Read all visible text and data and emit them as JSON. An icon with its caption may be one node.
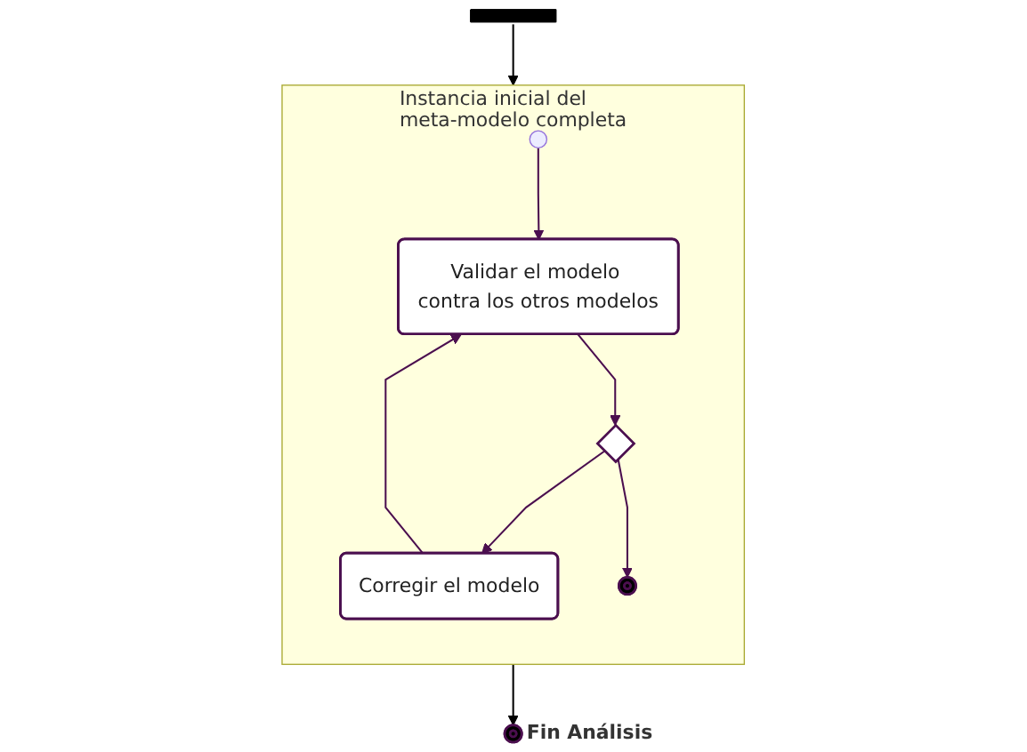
{
  "diagram": {
    "nodes": [
      {
        "text": [],
        "shape": "bar"
      },
      {
        "text": [
          "Instancia inicial del meta-modelo completa"
        ]
      },
      {
        "text": [],
        "shape": "circle",
        "in": 1
      },
      {
        "text": [
          "Validar el modelo contra los otros modelos"
        ],
        "in": 1
      },
      {
        "text": [
          "Corregir el modelo"
        ],
        "in": 1
      },
      {
        "text": [],
        "shape": "diamond",
        "in": 1
      },
      {
        "text": [],
        "shape": "circle",
        "in": 1
      },
      {
        "text": [],
        "shape": "circle",
        "beside": [
          "Fin Análisis"
        ]
      }
    ],
    "edges": [
      {
        "from": 0,
        "to": 1,
        "arrow": "to",
        "color": "#000000"
      },
      {
        "from": 2,
        "to": 3,
        "arrow": "to"
      },
      {
        "from": 3,
        "to": 5,
        "arrow": "to"
      },
      {
        "from": 5,
        "to": 4,
        "arrow": "to"
      },
      {
        "from": 4,
        "to": 3,
        "arrow": "to"
      },
      {
        "from": 5,
        "to": 6,
        "arrow": "to"
      },
      {
        "from": 1,
        "to": 7,
        "arrow": "to",
        "color": "#000000"
      }
    ]
  }
}
